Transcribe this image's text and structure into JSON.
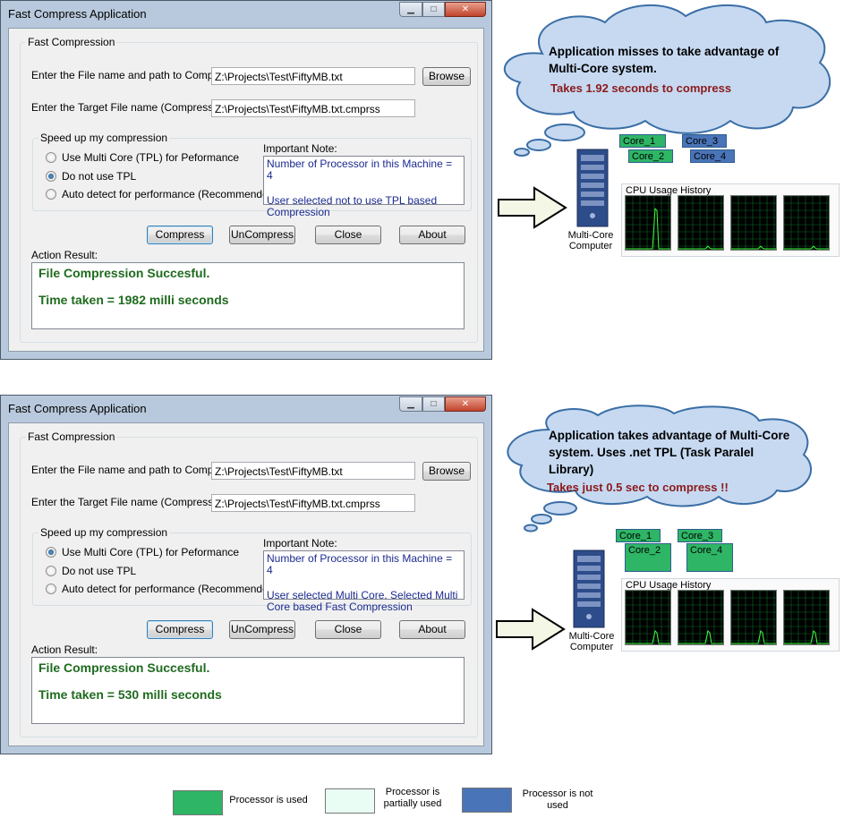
{
  "colors": {
    "used": "#2eb566",
    "partial": "#eafdf4",
    "not_used": "#4a74b8",
    "result_text": "#1f6b1f",
    "note_text": "#1b2a8f",
    "cloud_sub": "#8b1a1a"
  },
  "windows": [
    {
      "title": "Fast Compress Application",
      "group_title": "Fast Compression",
      "source_label": "Enter the File name and path to Compress:",
      "source_value": "Z:\\Projects\\Test\\FiftyMB.txt",
      "browse_label": "Browse",
      "target_label": "Enter the Target File name (Compressed) :",
      "target_value": "Z:\\Projects\\Test\\FiftyMB.txt.cmprss",
      "speed_title": "Speed up my compression",
      "options": [
        "Use Multi Core (TPL) for Peformance",
        "Do not use TPL",
        "Auto detect for performance (Recommended)"
      ],
      "selected_option": 1,
      "note_title": "Important Note:",
      "note_line1": "Number of Processor in this Machine = 4",
      "note_line2": "User selected not to use TPL based Compression",
      "buttons": {
        "compress": "Compress",
        "uncompress": "UnCompress",
        "close": "Close",
        "about": "About"
      },
      "action_label": "Action Result:",
      "result_line1": "File Compression Succesful.",
      "result_line2": "Time taken = 1982 milli seconds"
    },
    {
      "title": "Fast Compress Application",
      "group_title": "Fast Compression",
      "source_label": "Enter the File name and path to Compress:",
      "source_value": "Z:\\Projects\\Test\\FiftyMB.txt",
      "browse_label": "Browse",
      "target_label": "Enter the Target File name (Compressed) :",
      "target_value": "Z:\\Projects\\Test\\FiftyMB.txt.cmprss",
      "speed_title": "Speed up my compression",
      "options": [
        "Use Multi Core (TPL) for Peformance",
        "Do not use TPL",
        "Auto detect for performance (Recommended)"
      ],
      "selected_option": 0,
      "note_title": "Important Note:",
      "note_line1": "Number of Processor in this Machine = 4",
      "note_line2": "User selected Multi Core.  Selected Multi Core based Fast Compression",
      "buttons": {
        "compress": "Compress",
        "uncompress": "UnCompress",
        "close": "Close",
        "about": "About"
      },
      "action_label": "Action Result:",
      "result_line1": "File Compression Succesful.",
      "result_line2": "Time taken = 530 milli seconds"
    }
  ],
  "panels": [
    {
      "cloud_text": "Application misses to take advantage of Multi-Core system.",
      "cloud_sub": "Takes 1.92 seconds to compress",
      "computer_label": "Multi-Core Computer",
      "cores": [
        {
          "name": "Core_1",
          "state": "used"
        },
        {
          "name": "Core_2",
          "state": "used"
        },
        {
          "name": "Core_3",
          "state": "not_used"
        },
        {
          "name": "Core_4",
          "state": "not_used"
        }
      ],
      "cpu_history_title": "CPU Usage History",
      "cpu_peaks": [
        0.8,
        0.05,
        0.05,
        0.05
      ]
    },
    {
      "cloud_text": "Application takes advantage of Multi-Core system.  Uses .net TPL (Task Paralel Library)",
      "cloud_sub": "Takes just 0.5 sec to compress !!",
      "computer_label": "Multi-Core Computer",
      "cores": [
        {
          "name": "Core_1",
          "state": "used"
        },
        {
          "name": "Core_2",
          "state": "used"
        },
        {
          "name": "Core_3",
          "state": "used"
        },
        {
          "name": "Core_4",
          "state": "used"
        }
      ],
      "cpu_history_title": "CPU Usage History",
      "cpu_peaks": [
        0.25,
        0.25,
        0.25,
        0.25
      ]
    }
  ],
  "legend": {
    "used": "Processor is used",
    "partial": "Processor is partially used",
    "not_used": "Processor is not used"
  }
}
